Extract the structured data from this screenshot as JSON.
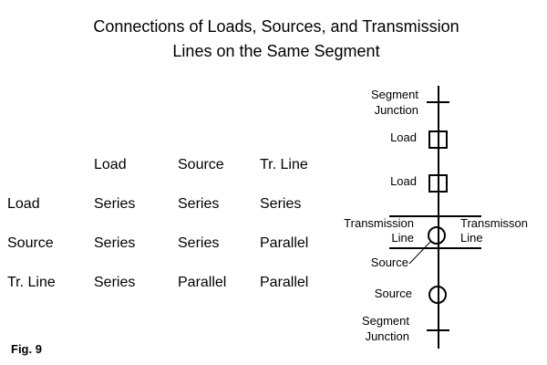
{
  "title": {
    "line1": "Connections of Loads, Sources, and Transmission",
    "line2": "Lines on the Same Segment"
  },
  "table": {
    "headers": [
      "Load",
      "Source",
      "Tr. Line"
    ],
    "rows": [
      {
        "label": "Load",
        "cells": [
          "Series",
          "Series",
          "Series"
        ]
      },
      {
        "label": "Source",
        "cells": [
          "Series",
          "Series",
          "Parallel"
        ]
      },
      {
        "label": "Tr. Line",
        "cells": [
          "Series",
          "Parallel",
          "Parallel"
        ]
      }
    ]
  },
  "diagram": {
    "top_junction": {
      "line1": "Segment",
      "line2": "Junction"
    },
    "load_top": "Load",
    "load_bottom": "Load",
    "transmission_left": {
      "line1": "Transmission",
      "line2": "Line"
    },
    "transmission_right": {
      "line1": "Transmisson",
      "line2": "Line"
    },
    "source_callout": "Source",
    "source_bottom": "Source",
    "bottom_junction": {
      "line1": "Segment",
      "line2": "Junction"
    }
  },
  "caption": "Fig. 9",
  "colors": {
    "ink": "#000000",
    "background": "#ffffff"
  }
}
